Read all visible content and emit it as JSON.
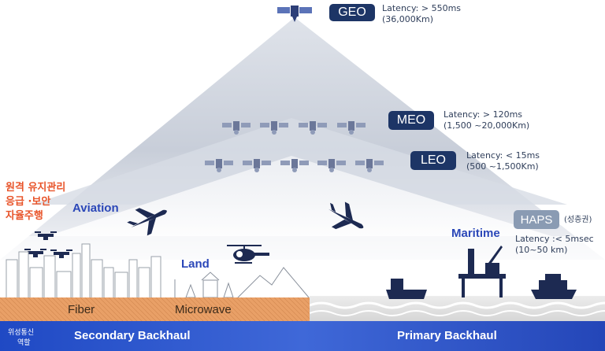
{
  "orbits": {
    "geo": {
      "name": "GEO",
      "latency": "Latency: > 550ms",
      "distance": "(36,000Km)"
    },
    "meo": {
      "name": "MEO",
      "latency": "Latency: > 120ms",
      "distance": "(1,500 ~20,000Km)"
    },
    "leo": {
      "name": "LEO",
      "latency": "Latency: < 15ms",
      "distance": "(500 ~1,500Km)"
    },
    "haps": {
      "name": "HAPS",
      "suffix": "(성층권)",
      "latency": "Latency :< 5msec",
      "distance": "(10~50 km)"
    }
  },
  "labels": {
    "aviation": "Aviation",
    "land": "Land",
    "maritime": "Maritime",
    "korean_line1": "원격 유지관리",
    "korean_line2": "응급 ·보안",
    "korean_line3": "자율주행"
  },
  "ground": {
    "fiber": "Fiber",
    "microwave": "Microwave"
  },
  "footer": {
    "role_line1": "위성통신",
    "role_line2": "역할",
    "secondary": "Secondary Backhaul",
    "primary": "Primary Backhaul"
  },
  "colors": {
    "navy": "#1d3566",
    "blue_text": "#2b47b8",
    "korean": "#e8542a",
    "ground": "#e9a067",
    "band": "#2f5bd0"
  }
}
